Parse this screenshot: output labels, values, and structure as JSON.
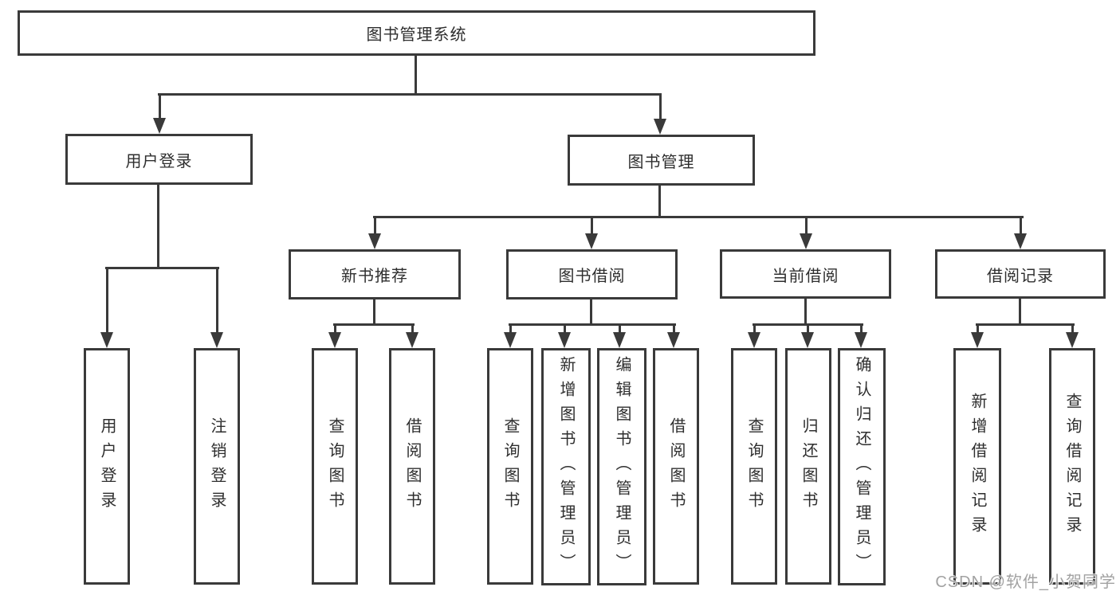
{
  "colors": {
    "line": "#3a3a3a",
    "text": "#2e2e2e",
    "background": "#ffffff",
    "watermark": "#888888"
  },
  "watermark": {
    "text": "CSDN @软件_小贺同学"
  },
  "tree": {
    "label": "图书管理系统",
    "children": [
      {
        "label": "用户登录",
        "children": [
          {
            "label": "用户登录"
          },
          {
            "label": "注销登录"
          }
        ]
      },
      {
        "label": "图书管理",
        "children": [
          {
            "label": "新书推荐",
            "children": [
              {
                "label": "查询图书"
              },
              {
                "label": "借阅图书"
              }
            ]
          },
          {
            "label": "图书借阅",
            "children": [
              {
                "label": "查询图书"
              },
              {
                "label": "新增图书（管理员）"
              },
              {
                "label": "编辑图书（管理员）"
              },
              {
                "label": "借阅图书"
              }
            ]
          },
          {
            "label": "当前借阅",
            "children": [
              {
                "label": "查询图书"
              },
              {
                "label": "归还图书"
              },
              {
                "label": "确认归还（管理员）"
              }
            ]
          },
          {
            "label": "借阅记录",
            "children": [
              {
                "label": "新增借阅记录"
              },
              {
                "label": "查询借阅记录"
              }
            ]
          }
        ]
      }
    ]
  }
}
